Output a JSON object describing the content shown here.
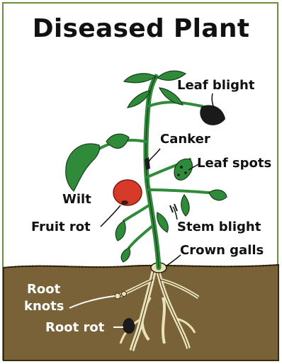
{
  "title": "Diseased Plant",
  "labels": {
    "leaf_blight": "Leaf blight",
    "canker": "Canker",
    "leaf_spots": "Leaf spots",
    "wilt": "Wilt",
    "fruit_rot": "Fruit rot",
    "stem_blight": "Stem blight",
    "crown_galls": "Crown galls",
    "root_knots_line1": "Root",
    "root_knots_line2": "knots",
    "root_rot": "Root rot"
  },
  "colors": {
    "frame": "#6a8f3a",
    "soil": "#7a6238",
    "leaf": "#2f8a3a",
    "fruit": "#d83a2a",
    "root": "#e9e1b8"
  }
}
